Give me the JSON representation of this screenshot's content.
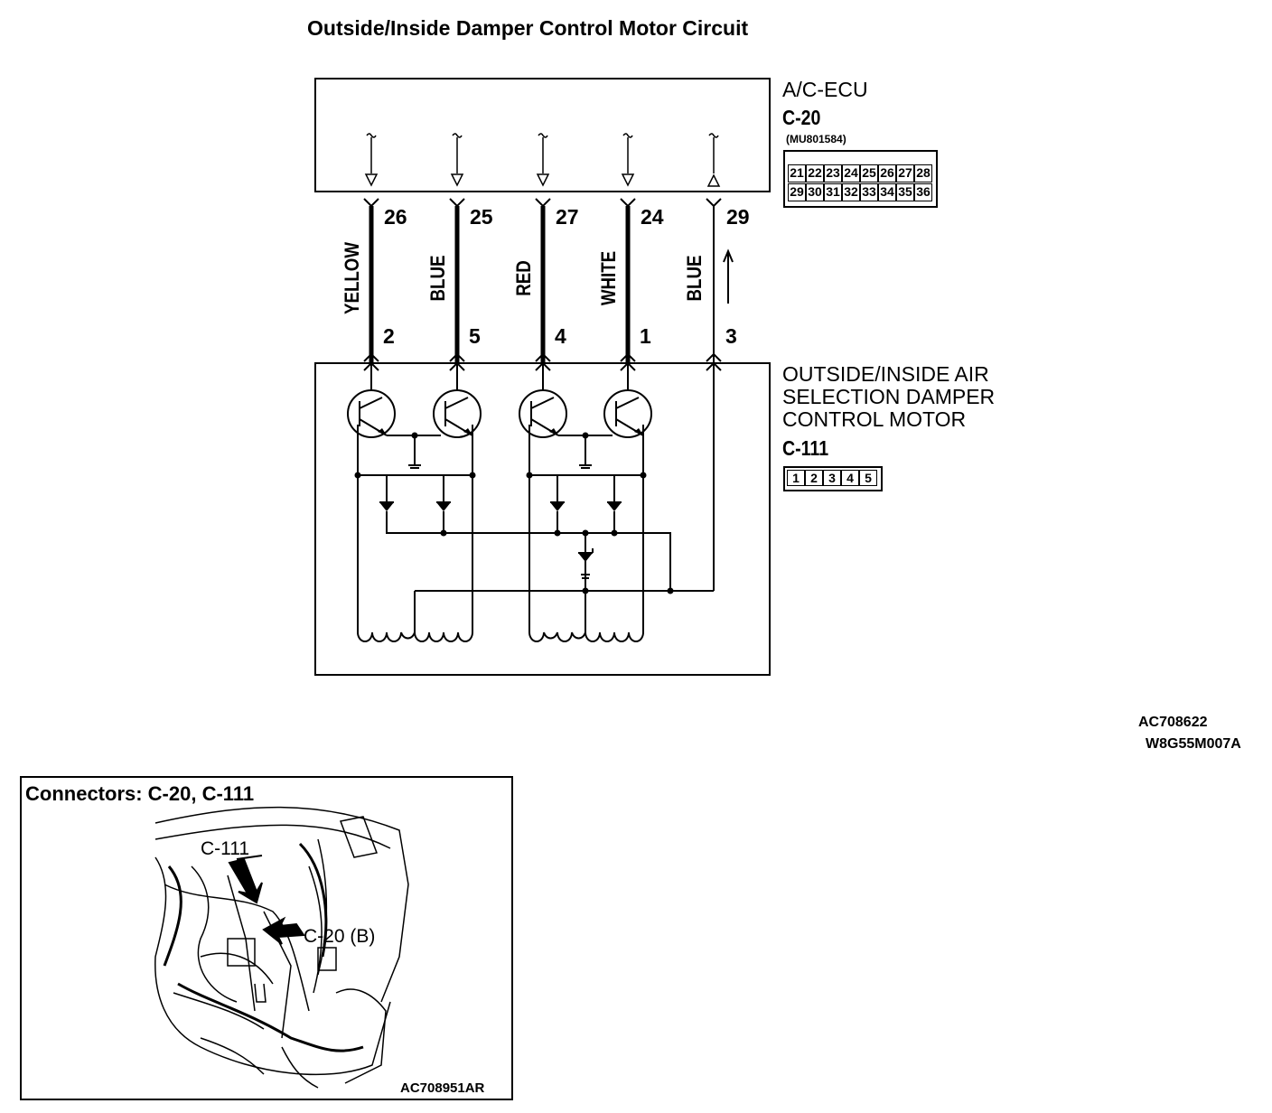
{
  "title": "Outside/Inside Damper Control Motor Circuit",
  "ecu": {
    "name": "A/C-ECU",
    "connector": "C-20",
    "part_number": "(MU801584)",
    "pins_row1": [
      "21",
      "22",
      "23",
      "24",
      "25",
      "26",
      "27",
      "28"
    ],
    "pins_row2": [
      "29",
      "30",
      "31",
      "32",
      "33",
      "34",
      "35",
      "36"
    ]
  },
  "motor": {
    "name_lines": [
      "OUTSIDE/INSIDE AIR",
      "SELECTION DAMPER",
      "CONTROL MOTOR"
    ],
    "connector": "C-111",
    "pins": [
      "1",
      "2",
      "3",
      "4",
      "5"
    ]
  },
  "wires": [
    {
      "color": "YELLOW",
      "ecu_pin": "26",
      "motor_pin": "2"
    },
    {
      "color": "BLUE",
      "ecu_pin": "25",
      "motor_pin": "5"
    },
    {
      "color": "RED",
      "ecu_pin": "27",
      "motor_pin": "4"
    },
    {
      "color": "WHITE",
      "ecu_pin": "24",
      "motor_pin": "1"
    },
    {
      "color": "BLUE",
      "ecu_pin": "29",
      "motor_pin": "3"
    }
  ],
  "diagram_ref": "AC708622",
  "doc_ref": "W8G55M007A",
  "location": {
    "title": "Connectors: C-20, C-111",
    "c111_label": "C-111",
    "c20_label": "C-20 (B)",
    "ref": "AC708951AR"
  }
}
